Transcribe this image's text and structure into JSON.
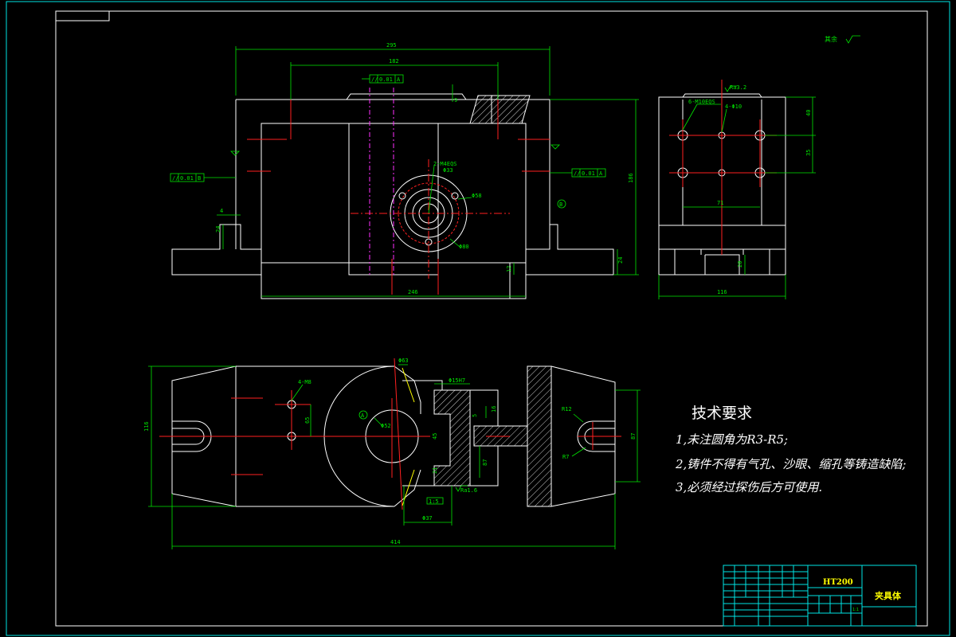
{
  "drawing": {
    "corner_roughness": "其余",
    "tech_requirements": {
      "title": "技术要求",
      "items": [
        "1,未注圆角为R3-R5;",
        "2,铸件不得有气孔、沙眼、缩孔等铸造缺陷;",
        "3,必须经过探伤后方可使用."
      ]
    },
    "title_block": {
      "part_name": "夹具体",
      "material": "HT200",
      "scale": "1:1"
    },
    "front_view": {
      "dims": {
        "overall_top": "295",
        "inner_top": "182",
        "bottom_width": "246",
        "height": "186",
        "base_h": "24",
        "step_h": "12",
        "left_step": "4",
        "left_h": "24",
        "hole_spec": "2-M4EQS",
        "hole_d1": "Φ33",
        "hole_d2": "Φ58",
        "hole_d3": "Φ80",
        "flat_tol_top": "0.01",
        "datum_a": "A",
        "flat_tol_left": "0.01",
        "datum_b": "B",
        "flat_tol_right": "0.01",
        "datum_mark": "B",
        "tri_top": "9"
      }
    },
    "side_view": {
      "dims": {
        "hole_spec1": "6-M10EQS",
        "hole_spec2": "4-Φ10",
        "vertical_1": "40",
        "vertical_2": "35",
        "spacing": "71",
        "bottom_width": "116",
        "slot_h": "20",
        "roughness": "Ra3.2"
      }
    },
    "top_view": {
      "dims": {
        "overall": "414",
        "height_left": "116",
        "height_right": "87",
        "hole_spec": "4-M8",
        "hole_gap": "65",
        "center_d": "Φ63",
        "center_d2": "Φ52",
        "slot_w": "Φ15H7",
        "slot_h1": "16",
        "slot_h2": "5",
        "slot_h3": "87",
        "slot_h4": "45",
        "slot_h5": "21",
        "taper": "1:5",
        "bottom_d": "Φ37",
        "radius_1": "R12",
        "radius_2": "R7",
        "circle_mark": "A",
        "ra": "Ra1.6"
      }
    }
  }
}
